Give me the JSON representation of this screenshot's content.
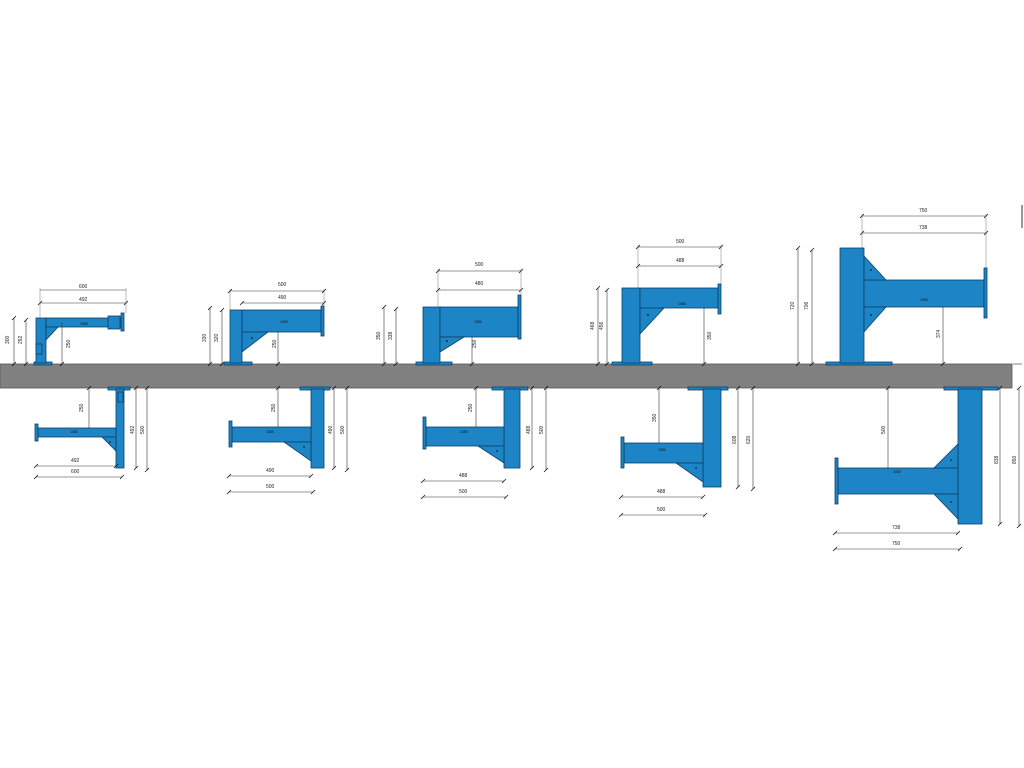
{
  "beam": {
    "color": "#808080"
  },
  "colors": {
    "steel": "#1d84c6",
    "steel_outline": "#0d3f66"
  },
  "brackets_top": [
    {
      "id": "t1",
      "dims": {
        "top_outer": "600",
        "top_inner": "492",
        "height_outer": "300",
        "height_inner": "292",
        "arm_height": "250"
      },
      "tag": "1050"
    },
    {
      "id": "t2",
      "dims": {
        "top_outer": "500",
        "top_inner": "490",
        "height_outer": "330",
        "height_inner": "320",
        "arm_height": "250"
      },
      "tag": "1050"
    },
    {
      "id": "t3",
      "dims": {
        "top_outer": "500",
        "top_inner": "480",
        "height_outer": "350",
        "height_inner": "338",
        "arm_height": "250"
      },
      "tag": "1050"
    },
    {
      "id": "t4",
      "dims": {
        "top_outer": "500",
        "top_inner": "488",
        "height_outer": "468",
        "height_inner": "456",
        "arm_height": "350"
      },
      "tag": "1050"
    },
    {
      "id": "t5",
      "dims": {
        "top_outer": "750",
        "top_inner": "738",
        "height_outer": "720",
        "height_inner": "706",
        "arm_height": "374"
      },
      "tag": "1050"
    }
  ],
  "brackets_bottom": [
    {
      "id": "b1",
      "dims": {
        "bottom_inner": "492",
        "bottom_outer": "600",
        "height_inner": "492",
        "height_outer": "500",
        "arm_depth": "250"
      },
      "tag": "1050"
    },
    {
      "id": "b2",
      "dims": {
        "bottom_inner": "490",
        "bottom_outer": "500",
        "height_inner": "490",
        "height_outer": "500",
        "arm_depth": "250"
      },
      "tag": "1050"
    },
    {
      "id": "b3",
      "dims": {
        "bottom_inner": "488",
        "bottom_outer": "500",
        "height_inner": "488",
        "height_outer": "500",
        "arm_depth": "250"
      },
      "tag": "1050"
    },
    {
      "id": "b4",
      "dims": {
        "bottom_inner": "488",
        "bottom_outer": "500",
        "height_inner": "608",
        "height_outer": "620",
        "arm_depth": "350"
      },
      "tag": "1050"
    },
    {
      "id": "b5",
      "dims": {
        "bottom_inner": "738",
        "bottom_outer": "750",
        "height_inner": "838",
        "height_outer": "850",
        "arm_depth": "500"
      },
      "tag": "1050"
    }
  ]
}
